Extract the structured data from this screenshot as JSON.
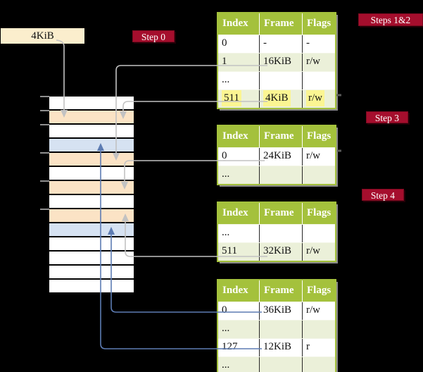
{
  "page_size_box": {
    "label": "4KiB"
  },
  "badges": [
    {
      "label": "Step 0"
    },
    {
      "label": "Steps 1&2"
    },
    {
      "label": "Step 3"
    },
    {
      "label": "Step 4"
    }
  ],
  "memory": {
    "rows": [
      "white",
      "orange",
      "white",
      "blue",
      "orange",
      "white",
      "orange",
      "white",
      "orange",
      "blue",
      "white",
      "white",
      "white",
      "white"
    ]
  },
  "tables": [
    {
      "name": "page-table-steps-1-2",
      "headers": [
        "Index",
        "Frame",
        "Flags"
      ],
      "rows": [
        {
          "cells": [
            "0",
            "-",
            "-"
          ],
          "shade": "white",
          "highlight": false
        },
        {
          "cells": [
            "1",
            "16KiB",
            "r/w"
          ],
          "shade": "green",
          "highlight": false
        },
        {
          "cells": [
            "...",
            "",
            ""
          ],
          "shade": "white",
          "highlight": false
        },
        {
          "cells": [
            "511",
            "4KiB",
            "r/w"
          ],
          "shade": "green",
          "highlight": true
        }
      ]
    },
    {
      "name": "page-table-step-3",
      "headers": [
        "Index",
        "Frame",
        "Flags"
      ],
      "rows": [
        {
          "cells": [
            "0",
            "24KiB",
            "r/w"
          ],
          "shade": "white",
          "highlight": false
        },
        {
          "cells": [
            "...",
            "",
            ""
          ],
          "shade": "green",
          "highlight": false
        }
      ]
    },
    {
      "name": "page-table-step-4",
      "headers": [
        "Index",
        "Frame",
        "Flags"
      ],
      "rows": [
        {
          "cells": [
            "...",
            "",
            ""
          ],
          "shade": "white",
          "highlight": false
        },
        {
          "cells": [
            "511",
            "32KiB",
            "r/w"
          ],
          "shade": "green",
          "highlight": false
        }
      ]
    },
    {
      "name": "page-table-final",
      "headers": [
        "Index",
        "Frame",
        "Flags"
      ],
      "rows": [
        {
          "cells": [
            "0",
            "36KiB",
            "r/w"
          ],
          "shade": "white",
          "highlight": false
        },
        {
          "cells": [
            "...",
            "",
            ""
          ],
          "shade": "green",
          "highlight": false
        },
        {
          "cells": [
            "127",
            "12KiB",
            "r"
          ],
          "shade": "white",
          "highlight": false
        },
        {
          "cells": [
            "...",
            "",
            ""
          ],
          "shade": "green",
          "highlight": false
        }
      ]
    }
  ],
  "colors": {
    "background": "#000000",
    "page_size_box_cream": "#fbeecd",
    "badge_red": "#a50e2d",
    "table_header_green": "#a4c13c",
    "table_row_green": "#ebf0d9",
    "table_row_white": "#ffffff",
    "highlight_yellow": "#fbf592",
    "memory_white": "#ffffff",
    "memory_orange": "#fbe3c5",
    "memory_blue": "#d6e2f2",
    "arrow_gray": "#c2c2c2",
    "arrow_blue": "#5d7cb3",
    "dash_gray": "#595959",
    "tick_gray": "#8f8f8f"
  }
}
